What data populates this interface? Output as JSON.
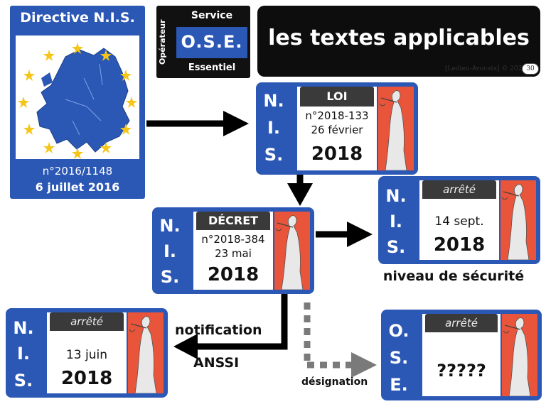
{
  "directive": {
    "title": "Directive N.I.S.",
    "number": "n°2016/1148",
    "date": "6 juillet 2016"
  },
  "ose_logo": {
    "side": "Opérateur",
    "top": "Service",
    "middle": "O.S.E.",
    "bottom": "Essentiel"
  },
  "banner": {
    "title": "les textes applicables",
    "credit": "[Ledieu-Avocats] © 2020",
    "page": "30"
  },
  "nis_letters": [
    "N.",
    "I.",
    "S."
  ],
  "ose_letters": [
    "O.",
    "S.",
    "E."
  ],
  "loi": {
    "tab": "LOI",
    "number": "n°2018-133",
    "date": "26 février",
    "year": "2018"
  },
  "decret": {
    "tab": "DÉCRET",
    "number": "n°2018-384",
    "date": "23 mai",
    "year": "2018"
  },
  "arrete_sept": {
    "tab": "arrêté",
    "date": "14 sept.",
    "year": "2018"
  },
  "arrete_juin": {
    "tab": "arrêté",
    "date": "13 juin",
    "year": "2018"
  },
  "arrete_ose": {
    "tab": "arrêté",
    "text": "?????"
  },
  "labels": {
    "niveau": "niveau de sécurité",
    "notification": "notification",
    "anssi": "ANSSI",
    "designation": "désignation"
  },
  "colors": {
    "blue": "#2b57b5",
    "red": "#e9553a",
    "star": "#f5c518"
  }
}
